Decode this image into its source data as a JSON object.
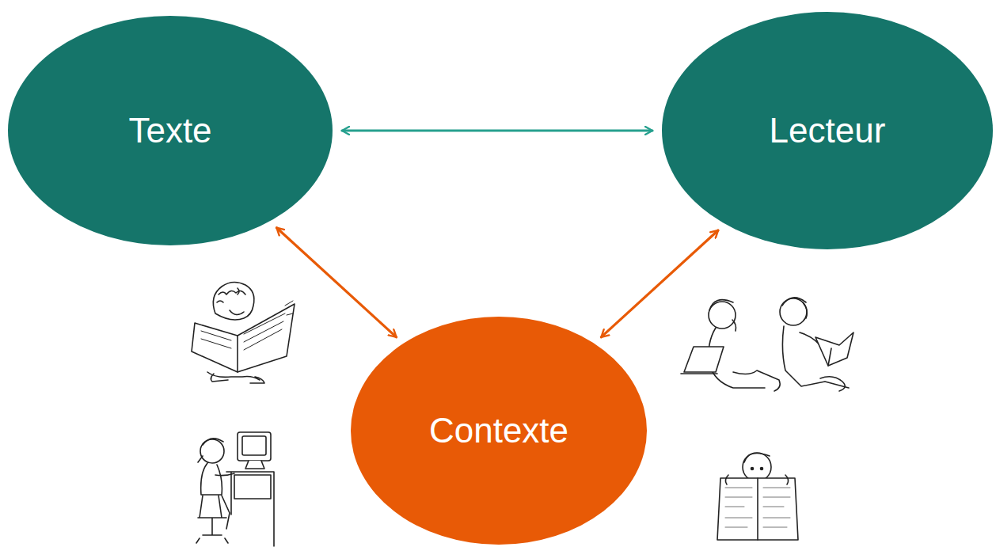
{
  "diagram": {
    "nodes": [
      {
        "text": [
          "Texte"
        ]
      },
      {
        "text": [
          "Lecteur"
        ]
      },
      {
        "text": [
          "Contexte"
        ]
      }
    ],
    "edges": [
      {
        "from": 0,
        "to": 1,
        "arrow": "both"
      },
      {
        "from": 0,
        "to": 2,
        "arrow": "both"
      },
      {
        "from": 1,
        "to": 2,
        "arrow": "both"
      }
    ]
  }
}
